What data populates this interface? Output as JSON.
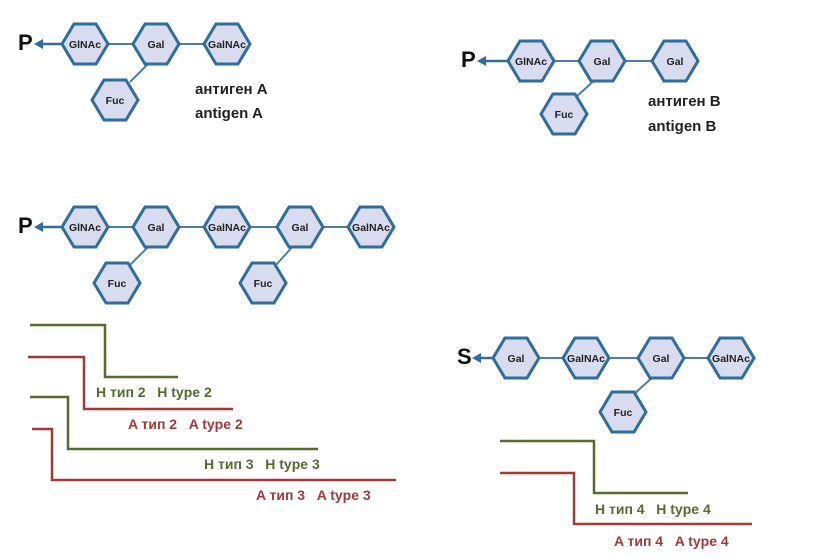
{
  "diagram_a": {
    "terminal": "P",
    "units": [
      "GlNAc",
      "Gal",
      "GalNAc",
      "Fuc"
    ],
    "caption_1": "антиген A",
    "caption_2": "antigen A"
  },
  "diagram_b": {
    "terminal": "P",
    "units": [
      "GlNAc",
      "Gal",
      "Gal",
      "Fuc"
    ],
    "caption_1": "антиген B",
    "caption_2": "antigen B"
  },
  "diagram_c": {
    "terminal": "P",
    "units": [
      "GlNAc",
      "Gal",
      "GalNAc",
      "Gal",
      "GalNAc",
      "Fuc",
      "Fuc"
    ],
    "labels": {
      "h2": "H тип 2   H type 2",
      "a2": "A тип 2   A type 2",
      "h3": "H тип 3   H type 3",
      "a3": "A тип 3   A type 3"
    }
  },
  "diagram_d": {
    "terminal": "S",
    "units": [
      "Gal",
      "GalNAc",
      "Gal",
      "GalNAc",
      "Fuc"
    ],
    "labels": {
      "h4": "H тип 4   H type 4",
      "a4": "A тип 4   A type 4"
    }
  }
}
